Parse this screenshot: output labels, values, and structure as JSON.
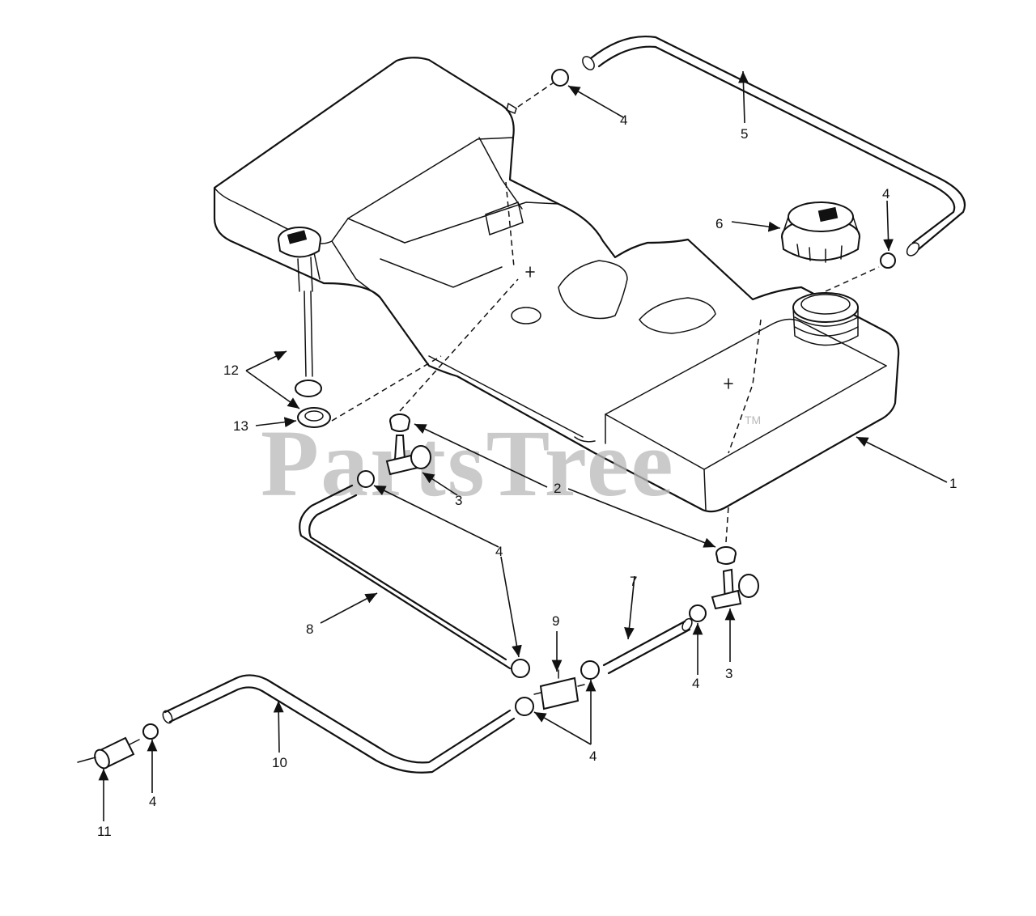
{
  "watermark": {
    "text": "PartsTree",
    "tm": "TM"
  },
  "callouts": [
    {
      "id": "c1",
      "label": "1"
    },
    {
      "id": "c2",
      "label": "2"
    },
    {
      "id": "c3a",
      "label": "3"
    },
    {
      "id": "c3b",
      "label": "3"
    },
    {
      "id": "c4a",
      "label": "4"
    },
    {
      "id": "c4b",
      "label": "4"
    },
    {
      "id": "c4c",
      "label": "4"
    },
    {
      "id": "c4d",
      "label": "4"
    },
    {
      "id": "c4e",
      "label": "4"
    },
    {
      "id": "c4f",
      "label": "4"
    },
    {
      "id": "c5",
      "label": "5"
    },
    {
      "id": "c6",
      "label": "6"
    },
    {
      "id": "c7",
      "label": "7"
    },
    {
      "id": "c8",
      "label": "8"
    },
    {
      "id": "c9",
      "label": "9"
    },
    {
      "id": "c10",
      "label": "10"
    },
    {
      "id": "c11",
      "label": "11"
    },
    {
      "id": "c12",
      "label": "12"
    },
    {
      "id": "c13",
      "label": "13"
    }
  ]
}
